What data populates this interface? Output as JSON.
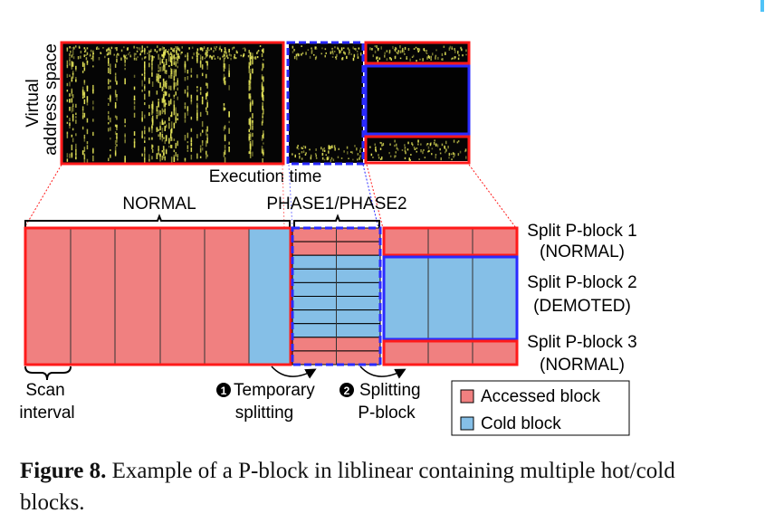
{
  "heatmap": {
    "y_axis_label_line1": "Virtual",
    "y_axis_label_line2": "address space",
    "x_axis_label": "Execution time"
  },
  "brackets": {
    "normal": "NORMAL",
    "phase": "PHASE1/PHASE2"
  },
  "pblock": {
    "normal_columns": [
      "accessed",
      "accessed",
      "accessed",
      "accessed",
      "accessed",
      "cold"
    ],
    "phase_rows": [
      "accessed",
      "accessed",
      "cold",
      "cold",
      "cold",
      "cold",
      "cold",
      "cold",
      "accessed",
      "accessed"
    ],
    "phase_columns": 2,
    "split_columns": 3
  },
  "split_labels": [
    {
      "line1": "Split P-block 1",
      "line2": "(NORMAL)",
      "type": "accessed"
    },
    {
      "line1": "Split P-block 2",
      "line2": "(DEMOTED)",
      "type": "cold"
    },
    {
      "line1": "Split P-block 3",
      "line2": "(NORMAL)",
      "type": "accessed"
    }
  ],
  "annotations": {
    "scan_line1": "Scan",
    "scan_line2": "interval",
    "step1_num": "1",
    "step1_line1": "Temporary",
    "step1_line2": "splitting",
    "step2_num": "2",
    "step2_line1": "Splitting",
    "step2_line2": "P-block"
  },
  "legend": {
    "items": [
      {
        "label": "Accessed block",
        "color": "#f08080"
      },
      {
        "label": "Cold block",
        "color": "#85bfe7"
      }
    ]
  },
  "colors": {
    "accessed": "#f08080",
    "cold": "#85bfe7",
    "red_border": "#ff1a1a",
    "blue_border": "#2a2aff",
    "heat_bg": "#050505",
    "heat_dot": "#e8e85a"
  },
  "caption": {
    "label": "Figure 8.",
    "text": " Example of a P-block in liblinear containing multiple hot/cold blocks."
  }
}
